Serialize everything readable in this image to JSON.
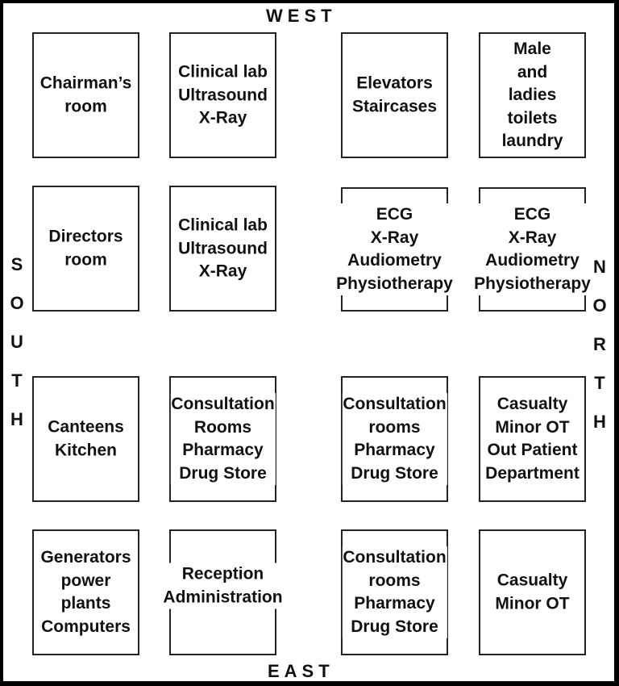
{
  "compass": {
    "top": "WEST",
    "bottom": "EAST",
    "left": [
      "S",
      "O",
      "U",
      "T",
      "H"
    ],
    "right": [
      "N",
      "O",
      "R",
      "T",
      "H"
    ]
  },
  "rooms": [
    {
      "id": "r11",
      "lines": [
        "Chairman’s",
        "room"
      ]
    },
    {
      "id": "r12",
      "lines": [
        "Clinical lab",
        "Ultrasound",
        "X-Ray"
      ]
    },
    {
      "id": "r13",
      "lines": [
        "Elevators",
        "Staircases"
      ]
    },
    {
      "id": "r14",
      "lines": [
        "Male",
        "and",
        "ladies",
        "toilets",
        "laundry"
      ]
    },
    {
      "id": "r21",
      "lines": [
        "Directors",
        "room"
      ]
    },
    {
      "id": "r22",
      "lines": [
        "Clinical lab",
        "Ultrasound",
        "X-Ray"
      ]
    },
    {
      "id": "r23",
      "lines": [
        "ECG",
        "X-Ray",
        "Audiometry",
        "Physiotherapy"
      ]
    },
    {
      "id": "r24",
      "lines": [
        "ECG",
        "X-Ray",
        "Audiometry",
        "Physiotherapy"
      ]
    },
    {
      "id": "r31",
      "lines": [
        "Canteens",
        "Kitchen"
      ]
    },
    {
      "id": "r32",
      "lines": [
        "Consultation",
        "Rooms",
        "Pharmacy",
        "Drug Store"
      ]
    },
    {
      "id": "r33",
      "lines": [
        "Consultation",
        "rooms",
        "Pharmacy",
        "Drug Store"
      ]
    },
    {
      "id": "r34",
      "lines": [
        "Casualty",
        "Minor OT",
        "Out Patient",
        "Department"
      ]
    },
    {
      "id": "r41",
      "lines": [
        "Generators",
        "power",
        "plants",
        "Computers"
      ]
    },
    {
      "id": "r42",
      "lines": [
        "Reception",
        "Administration"
      ]
    },
    {
      "id": "r43",
      "lines": [
        "Consultation",
        "rooms",
        "Pharmacy",
        "Drug Store"
      ]
    },
    {
      "id": "r44",
      "lines": [
        "Casualty",
        "Minor OT"
      ]
    }
  ]
}
